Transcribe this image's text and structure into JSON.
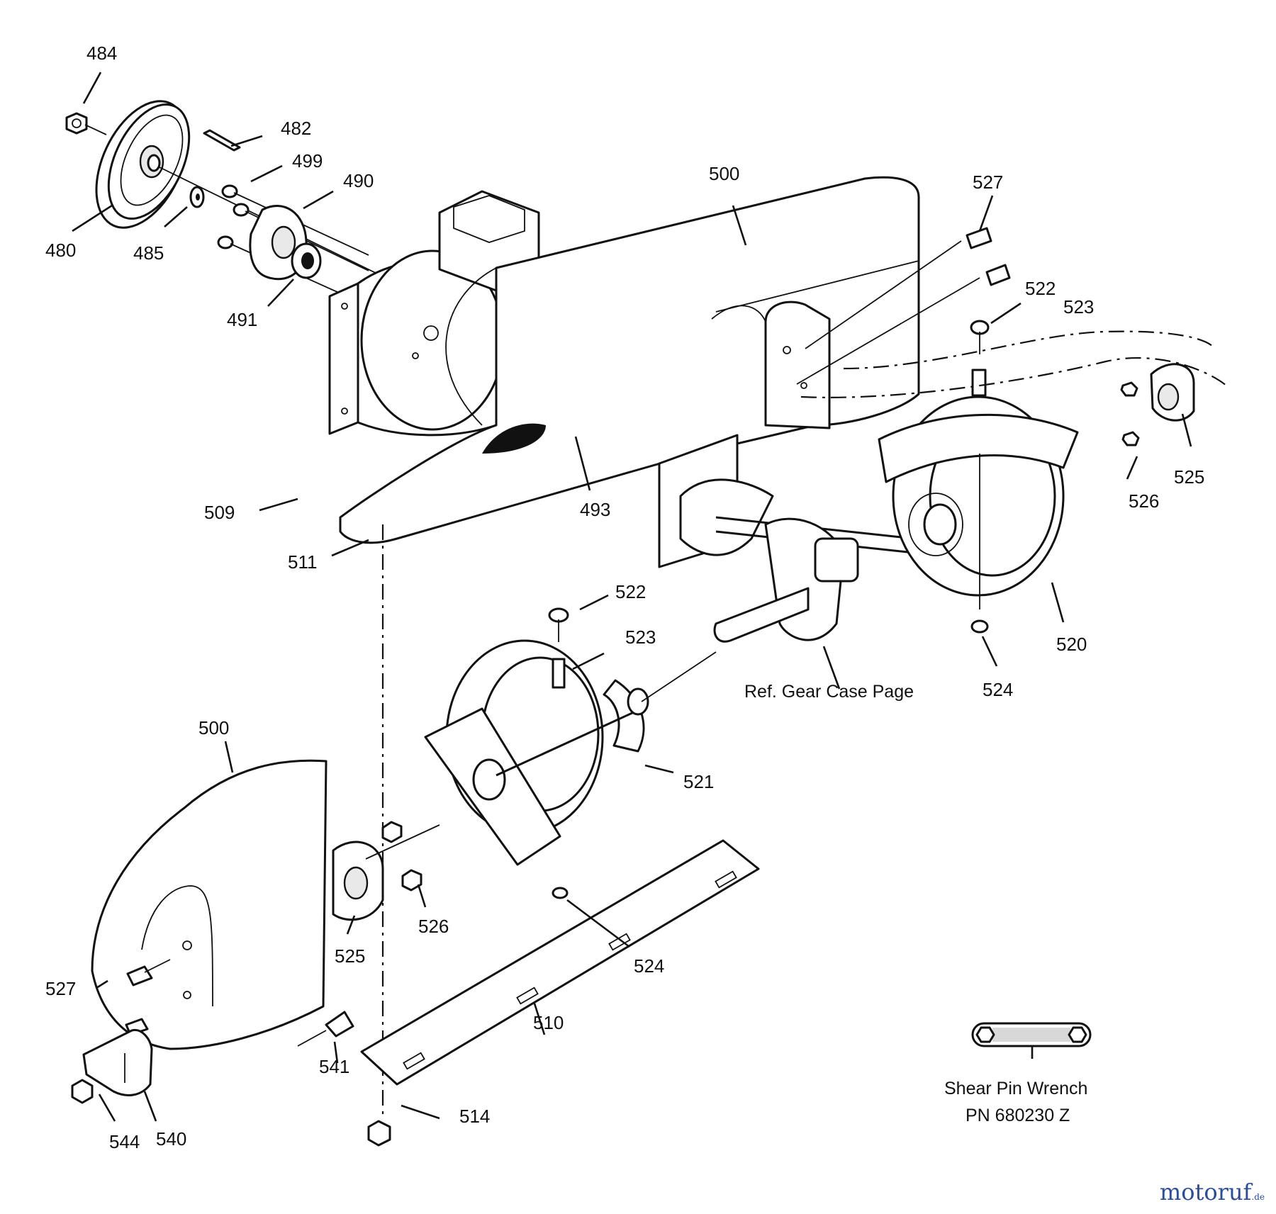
{
  "callouts": [
    {
      "id": "c484a",
      "text": "484"
    },
    {
      "id": "c482",
      "text": "482"
    },
    {
      "id": "c499",
      "text": "499"
    },
    {
      "id": "c490",
      "text": "490"
    },
    {
      "id": "c480",
      "text": "480"
    },
    {
      "id": "c485",
      "text": "485"
    },
    {
      "id": "c491",
      "text": "491"
    },
    {
      "id": "c500a",
      "text": "500"
    },
    {
      "id": "c527a",
      "text": "527"
    },
    {
      "id": "c522a",
      "text": "522"
    },
    {
      "id": "c523a",
      "text": "523"
    },
    {
      "id": "c525a",
      "text": "525"
    },
    {
      "id": "c526a",
      "text": "526"
    },
    {
      "id": "c493",
      "text": "493"
    },
    {
      "id": "c509",
      "text": "509"
    },
    {
      "id": "c511",
      "text": "511"
    },
    {
      "id": "c520",
      "text": "520"
    },
    {
      "id": "c524a",
      "text": "524"
    },
    {
      "id": "c522b",
      "text": "522"
    },
    {
      "id": "c523b",
      "text": "523"
    },
    {
      "id": "c500b",
      "text": "500"
    },
    {
      "id": "c521",
      "text": "521"
    },
    {
      "id": "c526b",
      "text": "526"
    },
    {
      "id": "c525b",
      "text": "525"
    },
    {
      "id": "c524b",
      "text": "524"
    },
    {
      "id": "c527b",
      "text": "527"
    },
    {
      "id": "c510",
      "text": "510"
    },
    {
      "id": "c541",
      "text": "541"
    },
    {
      "id": "c514",
      "text": "514"
    },
    {
      "id": "c544",
      "text": "544"
    },
    {
      "id": "c540",
      "text": "540"
    }
  ],
  "notes": {
    "gear_case_ref": "Ref. Gear Case Page",
    "wrench_line1": "Shear Pin Wrench",
    "wrench_line2": "PN 680230 Z"
  },
  "watermark": {
    "brand": "motoruf",
    "suffix": ".de"
  }
}
